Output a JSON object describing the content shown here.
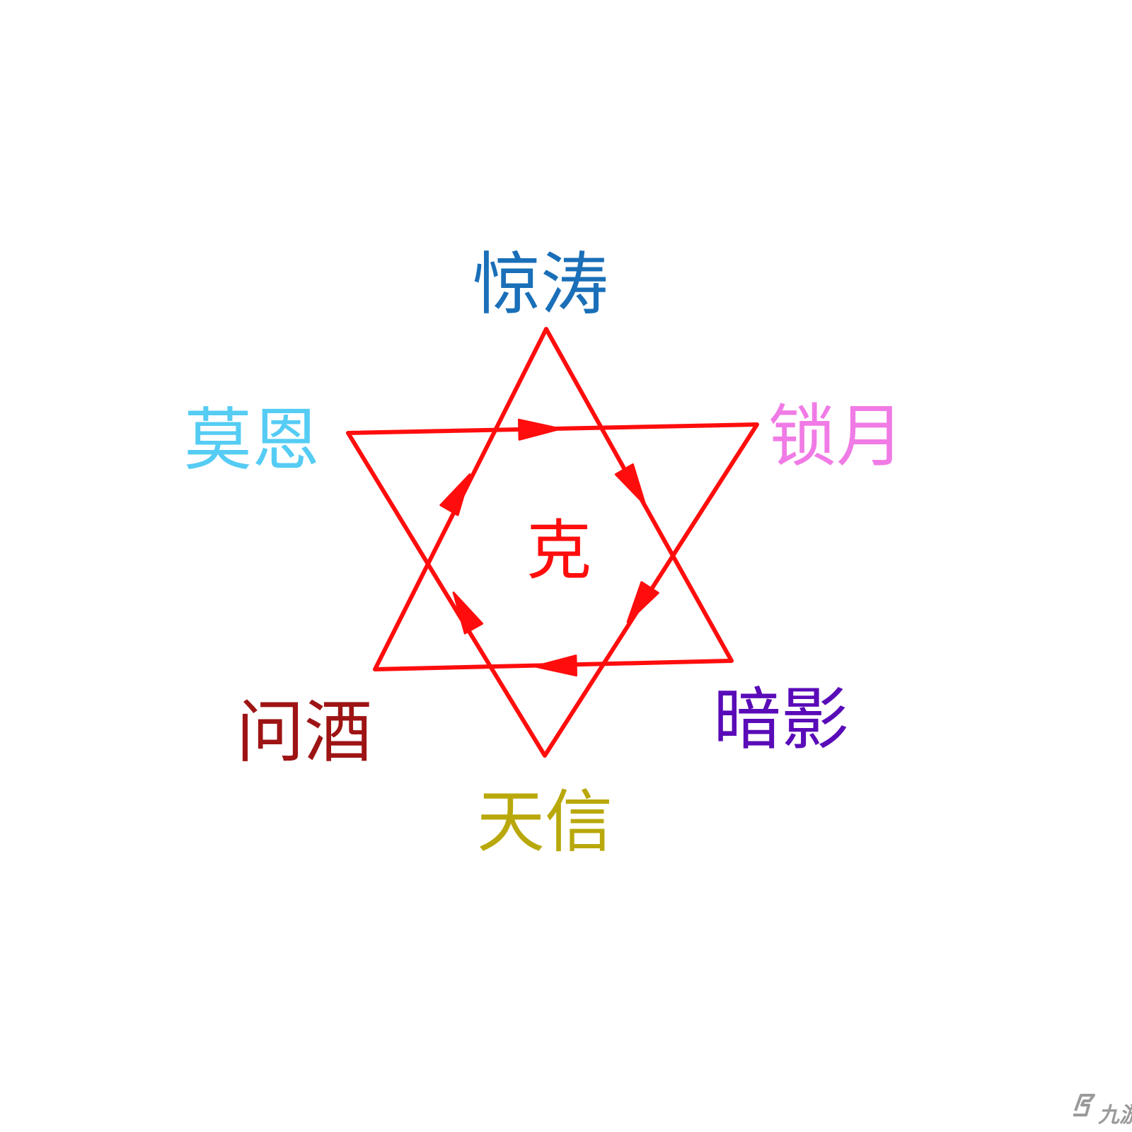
{
  "diagram": {
    "center_label": "克",
    "line_color": "#ff0d0d",
    "nodes": [
      {
        "id": "jingtao",
        "label": "惊涛",
        "color": "#1a6fb8"
      },
      {
        "id": "suoyue",
        "label": "锁月",
        "color": "#f07be6"
      },
      {
        "id": "anying",
        "label": "暗影",
        "color": "#5a0bb8"
      },
      {
        "id": "tianxin",
        "label": "天信",
        "color": "#b9a80b"
      },
      {
        "id": "wenjiu",
        "label": "问酒",
        "color": "#9e1414"
      },
      {
        "id": "moen",
        "label": "莫恩",
        "color": "#55ccf4"
      }
    ],
    "arrows": [
      {
        "from": "jingtao",
        "to": "suoyue"
      },
      {
        "from": "suoyue",
        "to": "anying"
      },
      {
        "from": "anying",
        "to": "tianxin"
      },
      {
        "from": "tianxin",
        "to": "wenjiu"
      },
      {
        "from": "wenjiu",
        "to": "moen"
      },
      {
        "from": "moen",
        "to": "jingtao"
      }
    ]
  },
  "watermark": {
    "text": "九游",
    "color": "#9a9a9a"
  }
}
